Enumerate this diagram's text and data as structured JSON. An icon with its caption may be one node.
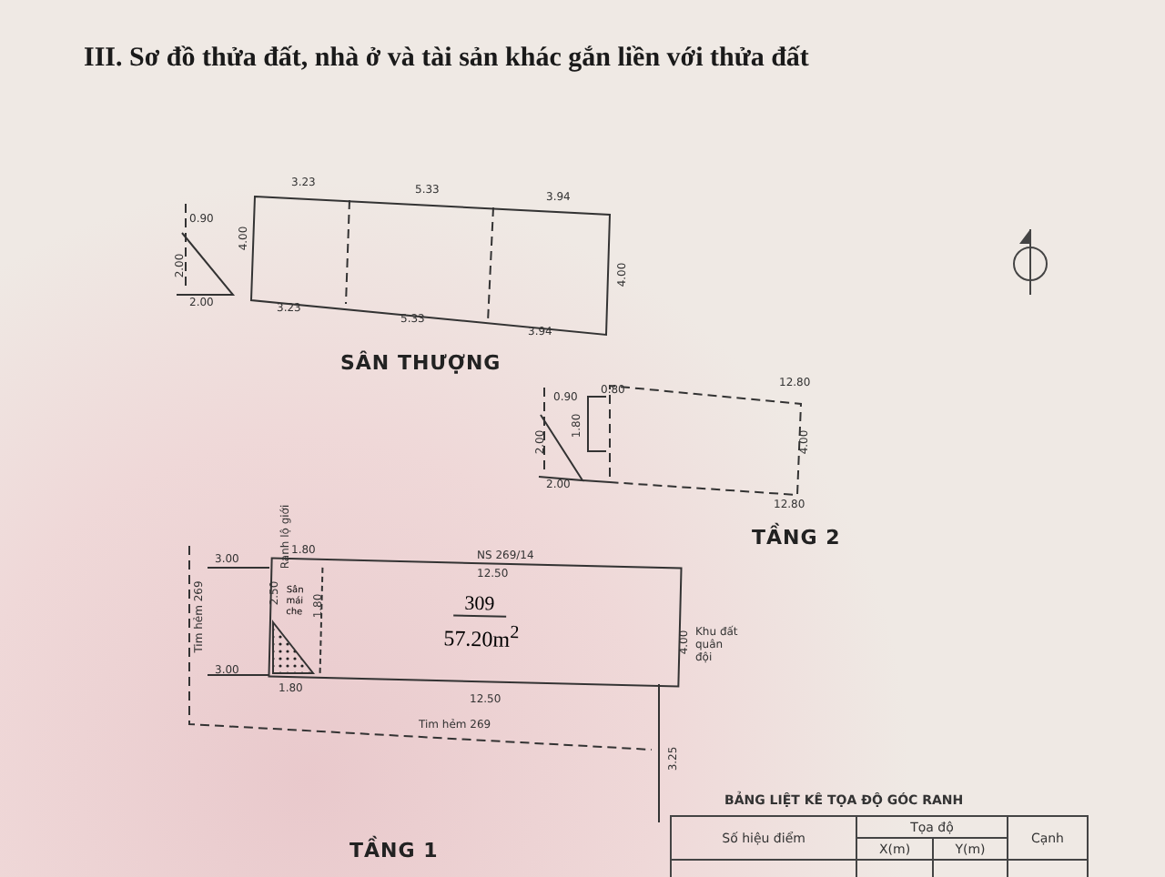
{
  "diagram": {
    "title": "III. Sơ đồ thửa đất, nhà ở và tài sản khác gắn liền với thửa đất",
    "nodes": [
      {
        "text": [
          "309",
          "57.20m$^{2}$"
        ]
      },
      {
        "text": [
          "Sân mái che"
        ],
        "in": 0
      }
    ],
    "edges": [],
    "labels": [
      "3.23",
      "5.33",
      "3.94",
      "4.00",
      "4.00",
      "3.23",
      "5.33",
      "3.94",
      "0.90",
      "2.00",
      "2.00",
      "SÂN THƯỢNG",
      "0.90",
      "0.80",
      "2.00",
      "1.80",
      "2.00",
      "12.80",
      "4.00",
      "12.80",
      "TẦNG 2",
      "3.00",
      "1.80",
      "Ranh lộ giới",
      "NS 269/14",
      "12.50",
      "2.50",
      "1.80",
      "Tim hẻm 269",
      "3.00",
      "1.80",
      "12.50",
      "4.00",
      "Khu đất quân đội",
      "Tim hẻm 269",
      "3.25",
      "TẦNG 1",
      "BẢNG LIỆT KÊ TỌA ĐỘ GÓC RANH",
      "Số hiệu điểm",
      "Tọa độ",
      "Cạnh",
      "X(m)",
      "Y(m)"
    ]
  }
}
